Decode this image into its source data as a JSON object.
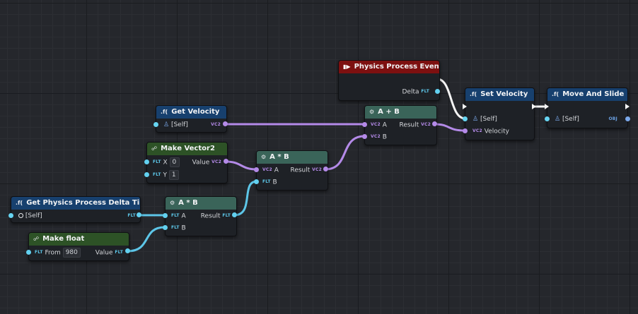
{
  "tags": {
    "float": "FLT",
    "vector": "VC2",
    "object": "OBJ"
  },
  "nodes": {
    "physics_event": {
      "title": "Physics Process Event",
      "delta_label": "Delta"
    },
    "set_velocity": {
      "title": "Set Velocity",
      "self_label": "[Self]",
      "velocity_label": "Velocity"
    },
    "move_and_slide": {
      "title": "Move And Slide",
      "self_label": "[Self]"
    },
    "get_velocity": {
      "title": "Get Velocity",
      "self_label": "[Self]"
    },
    "add": {
      "title": "A + B",
      "a_label": "A",
      "b_label": "B",
      "result_label": "Result"
    },
    "make_vector2": {
      "title": "Make Vector2",
      "x_label": "X",
      "x_value": "0",
      "y_label": "Y",
      "y_value": "1",
      "value_label": "Value"
    },
    "multiply_top": {
      "title": "A * B",
      "a_label": "A",
      "b_label": "B",
      "result_label": "Result"
    },
    "get_delta": {
      "title": "Get Physics Process Delta Time",
      "self_label": "[Self]"
    },
    "multiply_bottom": {
      "title": "A * B",
      "a_label": "A",
      "b_label": "B",
      "result_label": "Result"
    },
    "make_float": {
      "title": "Make float",
      "from_label": "From",
      "from_value": "980",
      "value_label": "Value"
    }
  },
  "icons": {
    "function": "function-icon",
    "event": "event-icon",
    "make": "link-icon",
    "operator": "operator-icon",
    "self": "person-icon"
  },
  "colors": {
    "background": "#25272c",
    "function_header": "#17406e",
    "event_header": "#7d1010",
    "make_header": "#2d5226",
    "operator_header": "#3a6459",
    "float_wire": "#5dc6e8",
    "vector_wire": "#b48ae8",
    "exec_wire": "#f4f4f4"
  }
}
